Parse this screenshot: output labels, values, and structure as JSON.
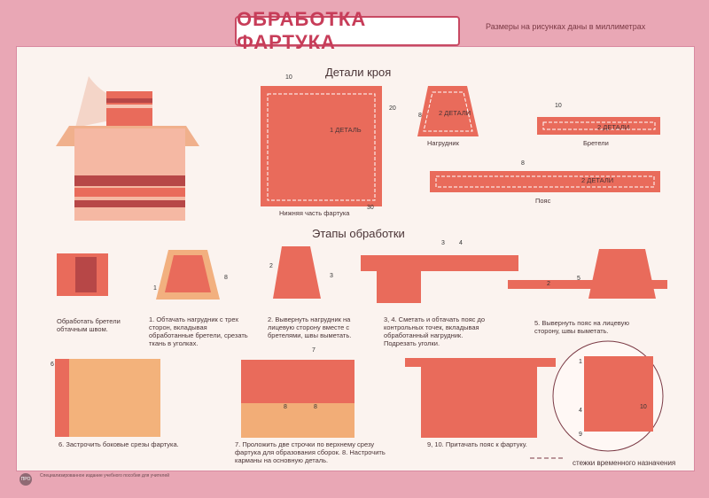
{
  "title": "ОБРАБОТКА ФАРТУКА",
  "note": "Размеры на рисунках даны в миллиметрах",
  "sections": {
    "details": "Детали кроя",
    "stages": "Этапы обработки"
  },
  "parts": {
    "lower": "Нижняя часть фартука",
    "bib": "Нагрудник",
    "straps": "Бретели",
    "belt": "Пояс"
  },
  "detail_labels": {
    "one": "1 ДЕТАЛЬ",
    "two": "2 ДЕТАЛИ",
    "two2": "2 ДЕТАЛИ",
    "two3": "2 ДЕТАЛИ"
  },
  "dims": {
    "d10a": "10",
    "d20": "20",
    "d30": "30",
    "d8a": "8",
    "d10b": "10",
    "d8b": "8"
  },
  "steps": {
    "s0": "Обработать бретели обтачным швом.",
    "s1": "1. Обтачать нагрудник с трех сторон, вкладывая обработанные бретели, срезать ткань в уголках.",
    "s2": "2. Вывернуть нагрудник на лицевую сторону вместе с бретелями, швы выметать.",
    "s3": "3, 4. Сметать и обтачать пояс до контрольных точек, вкладывая обработанный нагрудник. Подрезать уголки.",
    "s5": "5. Вывернуть пояс на лицевую сторону, швы выметать.",
    "s6": "6. Застрочить боковые срезы фартука.",
    "s7": "7. Проложить две строчки по верхнему срезу фартука для образования сборок. 8. Настрочить карманы на основную деталь.",
    "s9": "9, 10. Притачать пояс к фартуку."
  },
  "step_nums": {
    "n1": "1",
    "n8a": "8",
    "n2": "2",
    "n3": "3",
    "n3b": "3",
    "n4": "4",
    "n2b": "2",
    "n5": "5",
    "n6": "6",
    "n7": "7",
    "n8b": "8",
    "n8c": "8",
    "n1b": "1",
    "n4b": "4",
    "n9": "9",
    "n10": "10"
  },
  "legend": "стежки временного назначения",
  "footer": "Специализированное издание\nучебного пособия для учителей"
}
